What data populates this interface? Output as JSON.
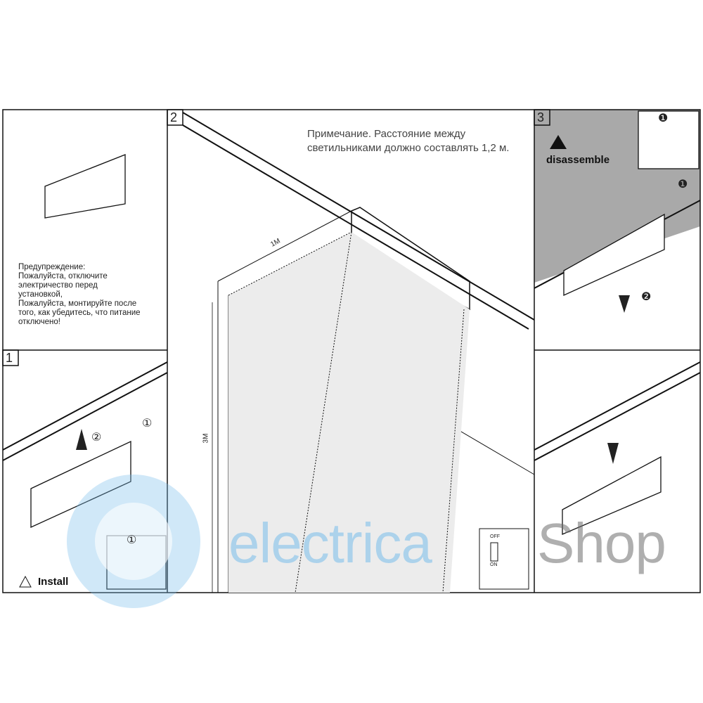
{
  "warning": {
    "title": "Предупреждение:",
    "lines": [
      "Пожалуйста, отключите",
      "электричество перед",
      "установкой,",
      "Пожалуйста, монтируйте после",
      "того, как убедитесь, что питание",
      "отключено!"
    ]
  },
  "step2": {
    "number": "2",
    "note": "Примечание. Расстояние между светильниками должно составлять 1,2 м.",
    "dim_width": "1M",
    "dim_height": "3M",
    "switch_off": "OFF",
    "switch_on": "ON"
  },
  "step1": {
    "number": "1",
    "label": "Install",
    "marker1": "①",
    "marker2": "②"
  },
  "step3": {
    "number": "3",
    "label": "disassemble",
    "marker1": "❶",
    "marker2": "❷"
  },
  "watermark": {
    "part1": "electrica",
    "part2": "Shop"
  }
}
